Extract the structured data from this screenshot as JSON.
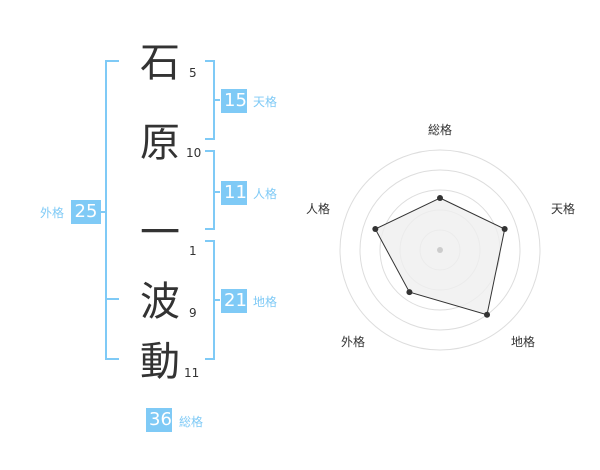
{
  "colors": {
    "accent": "#7fcaf6",
    "label": "#7fcaf6",
    "text": "#333333"
  },
  "name": {
    "characters": [
      {
        "char": "石",
        "strokes": "5"
      },
      {
        "char": "原",
        "strokes": "10"
      },
      {
        "char": "一",
        "strokes": "1"
      },
      {
        "char": "波",
        "strokes": "9"
      },
      {
        "char": "動",
        "strokes": "11"
      }
    ]
  },
  "fortune": {
    "tenkaku": {
      "value": "15",
      "label": "天格"
    },
    "jinkaku": {
      "value": "11",
      "label": "人格"
    },
    "chikaku": {
      "value": "21",
      "label": "地格"
    },
    "gaikaku": {
      "value": "25",
      "label": "外格"
    },
    "soukaku": {
      "value": "36",
      "label": "総格"
    }
  },
  "radar": {
    "labels": {
      "top": "総格",
      "right": "天格",
      "bottom_right": "地格",
      "bottom_left": "外格",
      "left": "人格"
    },
    "levels": 4,
    "values": [
      {
        "axis": "総格",
        "level": 2.6
      },
      {
        "axis": "天格",
        "level": 3.4
      },
      {
        "axis": "地格",
        "level": 4.0
      },
      {
        "axis": "外格",
        "level": 2.6
      },
      {
        "axis": "人格",
        "level": 3.4
      }
    ]
  }
}
